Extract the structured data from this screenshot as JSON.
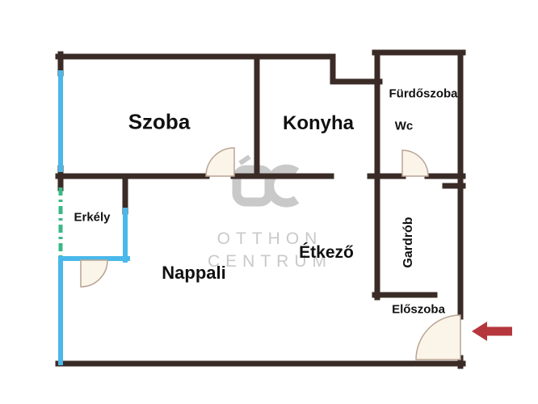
{
  "floorplan": {
    "rooms": {
      "szoba": "Szoba",
      "konyha": "Konyha",
      "furdoszoba": "Fürdőszoba",
      "wc": "Wc",
      "erkely": "Erkély",
      "nappali": "Nappali",
      "etkezo": "Étkező",
      "gardrob": "Gardrób",
      "eloszoba": "Előszoba"
    },
    "watermark": {
      "line1": "OTTHON",
      "line2": "CENTRUM",
      "logo": "oc-monogram"
    },
    "colors": {
      "wall": "#3a2b26",
      "window": "#49b8ea",
      "balcony_edge": "#3cb887",
      "door_fill": "#fbf4e9",
      "door_stroke": "#b9a493",
      "arrow": "#b5373d",
      "watermark": "#c9c9c9",
      "text": "#111111",
      "background": "#ffffff"
    }
  }
}
